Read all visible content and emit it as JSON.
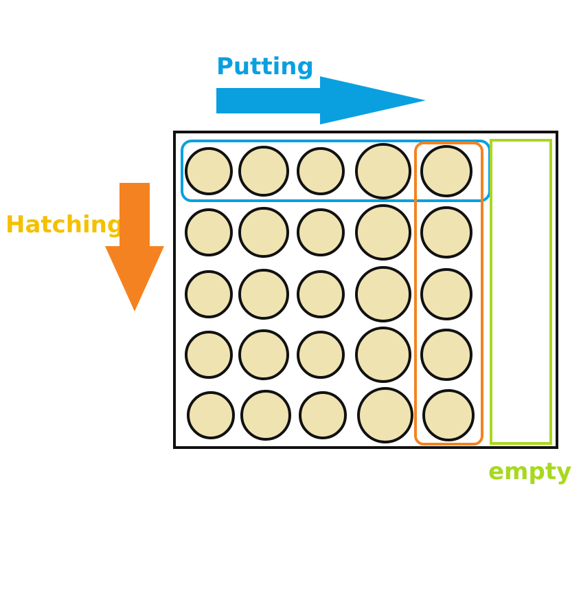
{
  "labels": {
    "putting": "Putting",
    "hatching": "Hatching",
    "empty": "empty"
  },
  "colors": {
    "putting": "#0aa0e0",
    "hatching": "#f58220",
    "hatching_text": "#f5c000",
    "empty": "#a8d820",
    "egg_fill": "#efe3b2",
    "egg_stroke": "#111111",
    "tray_stroke": "#111111"
  },
  "tray": {
    "rows": 5,
    "columns": 5,
    "empty_columns": 1
  }
}
